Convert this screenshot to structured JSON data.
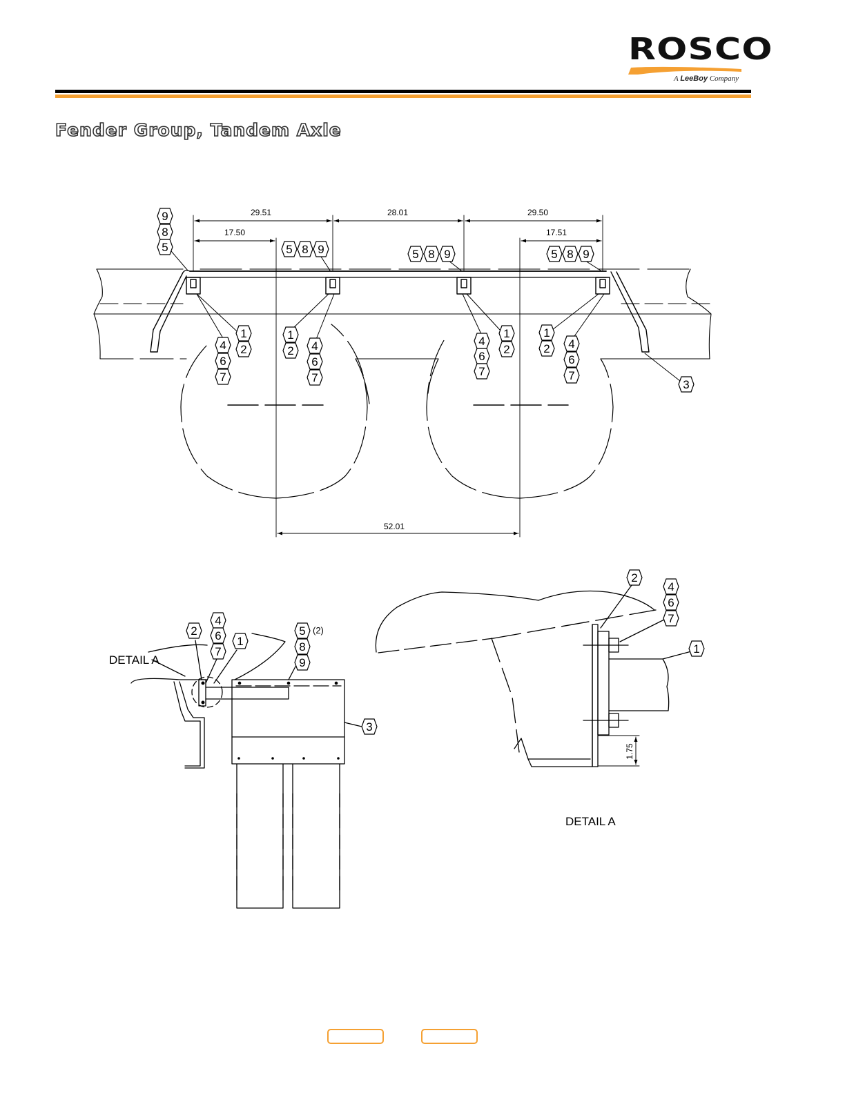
{
  "brand": {
    "name": "ROSCO",
    "tagline_prefix": "A",
    "tagline_brand": "LeeBoy",
    "tagline_suffix": "Company",
    "accent_color": "#f5a032"
  },
  "page": {
    "title": "Fender Group, Tandem Axle"
  },
  "diagram": {
    "dimensions": {
      "d1": "29.51",
      "d2": "28.01",
      "d3": "29.50",
      "d4": "17.50",
      "d5": "17.51",
      "d6": "52.01",
      "d7": "1.75"
    },
    "detail_label": "DETAIL A",
    "detail_title": "DETAIL A",
    "qty_note": "(2)",
    "balloons": {
      "one": "1",
      "two": "2",
      "three": "3",
      "four": "4",
      "five": "5",
      "six": "6",
      "seven": "7",
      "eight": "8",
      "nine": "9"
    }
  },
  "nav": {
    "prev_label": "",
    "next_label": ""
  }
}
